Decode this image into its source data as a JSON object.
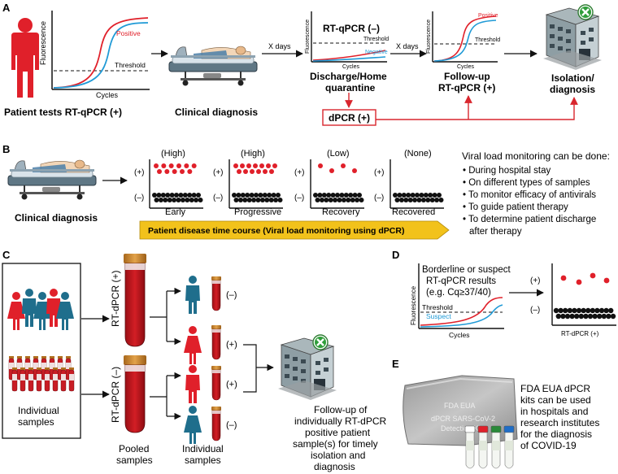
{
  "panels": {
    "a": "A",
    "b": "B",
    "c": "C",
    "d": "D",
    "e": "E"
  },
  "panel_a": {
    "plot1": {
      "ylabel": "Fluorescence",
      "xlabel": "Cycles",
      "positive": "Positive",
      "threshold": "Threshold"
    },
    "patient_caption": "Patient tests RT-qPCR (+)",
    "clinical_caption": "Clinical diagnosis",
    "xdays1": "X days",
    "plot2": {
      "title": "RT-qPCR (–)",
      "ylabel": "Fluorescence",
      "xlabel": "Cycles",
      "threshold": "Threshold",
      "negative": "Negative"
    },
    "discharge_caption_1": "Discharge/Home",
    "discharge_caption_2": "quarantine",
    "xdays2": "X days",
    "plot3": {
      "ylabel": "Fluorescence",
      "xlabel": "Cycles",
      "positive": "Positive",
      "threshold": "Threshold"
    },
    "followup_caption_1": "Follow-up",
    "followup_caption_2": "RT-qPCR (+)",
    "isolation_caption_1": "Isolation/",
    "isolation_caption_2": "diagnosis",
    "dpcr_box": "dPCR (+)"
  },
  "panel_b": {
    "clinical_caption": "Clinical diagnosis",
    "plus": "(+)",
    "minus": "(–)",
    "stages": [
      {
        "level": "(High)",
        "name": "Early"
      },
      {
        "level": "(High)",
        "name": "Progressive"
      },
      {
        "level": "(Low)",
        "name": "Recovery"
      },
      {
        "level": "(None)",
        "name": "Recovered"
      }
    ],
    "timeline": "Patient disease time course (Viral load monitoring using dPCR)",
    "monitor_title": "Viral load monitoring can be done:",
    "bullets": [
      "• During hospital stay",
      "• On different types of samples",
      "• To monitor efficacy of antivirals",
      "• To guide patient therapy",
      "• To determine patient discharge",
      "  after therapy"
    ]
  },
  "panel_c": {
    "individual_samples": "Individual samples",
    "rtdpcr_pos": "RT-dPCR (+)",
    "rtdpcr_neg": "RT-dPCR (–)",
    "pooled_1": "Pooled",
    "pooled_2": "samples",
    "indiv_1": "Individual",
    "indiv_2": "samples",
    "results": [
      "(–)",
      "(+)",
      "(+)",
      "(–)"
    ],
    "followup": [
      "Follow-up of",
      "individually RT-dPCR",
      "positive patient",
      "sample(s) for timely",
      "isolation and",
      "diagnosis"
    ]
  },
  "panel_d": {
    "text": [
      "Borderline or suspect",
      "RT-qPCR results",
      "(e.g. Cq≥37/40)"
    ],
    "ylabel": "Fluorescence",
    "xlabel": "Cycles",
    "threshold": "Threshold",
    "suspect": "Suspect",
    "plus": "(+)",
    "minus": "(–)",
    "dot_xlabel": "RT-dPCR (+)"
  },
  "panel_e": {
    "kit_1": "FDA EUA",
    "kit_2": "dPCR SARS-CoV-2",
    "kit_3": "Detection Kit",
    "text": [
      "FDA EUA dPCR",
      "kits can be used",
      "in hospitals and",
      "research institutes",
      "for the diagnosis",
      "of COVID-19"
    ]
  },
  "colors": {
    "red": "#e0202a",
    "blue": "#1f9ad6",
    "teal": "#1f6e8c",
    "arrow": "#d9262e",
    "timeline": "#f2c21b"
  }
}
